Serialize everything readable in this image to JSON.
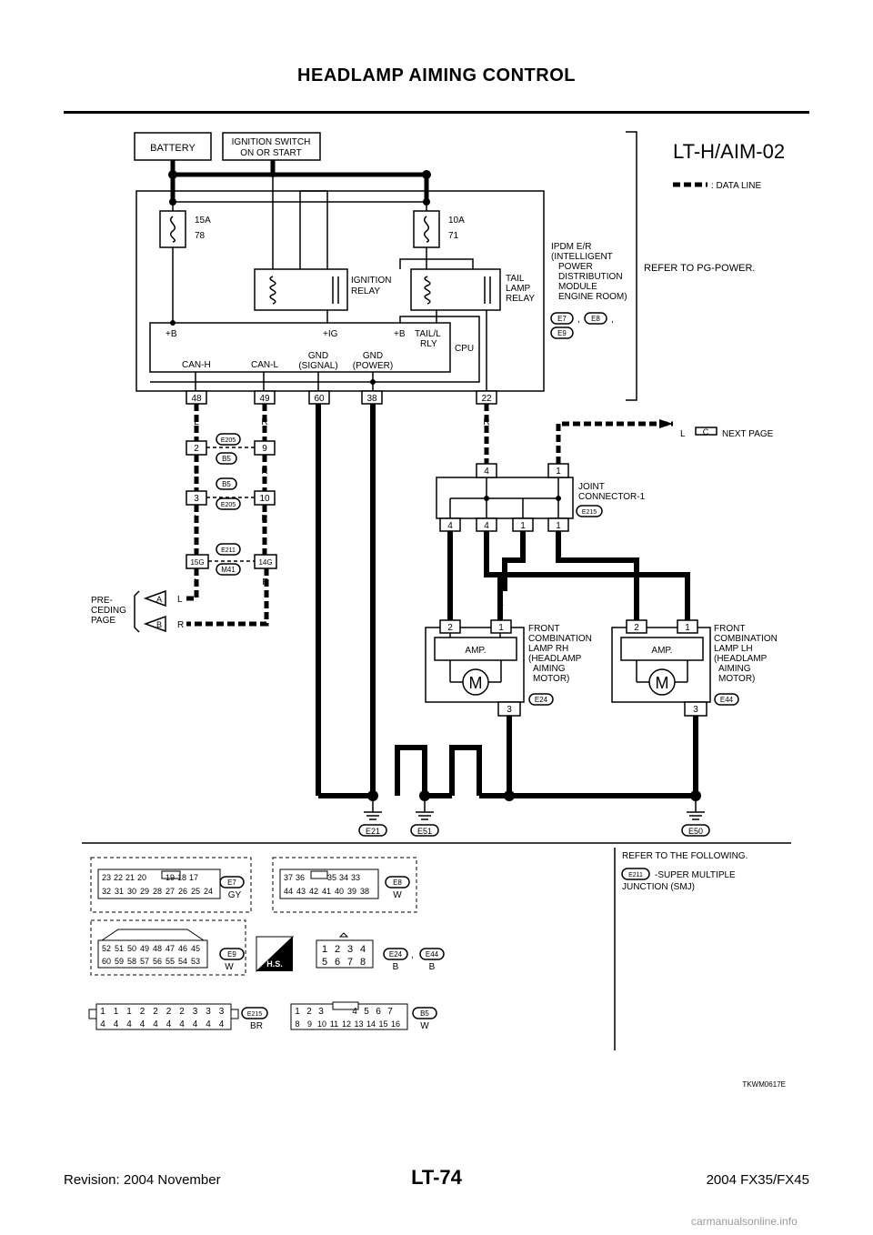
{
  "page": {
    "title": "HEADLAMP AIMING CONTROL",
    "page_number": "LT-74",
    "revision": "Revision: 2004 November",
    "model": "2004 FX35/FX45",
    "watermark": "carmanualsonline.info",
    "figure_id": "TKWM0617E"
  },
  "diagram": {
    "code": "LT-H/AIM-02",
    "legend_data_line": ": DATA LINE",
    "refer_pg_power": "REFER TO PG-POWER.",
    "battery": "BATTERY",
    "ign_switch_l1": "IGNITION SWITCH",
    "ign_switch_l2": "ON OR START",
    "fuse1_amp": "15A",
    "fuse1_no": "78",
    "fuse2_amp": "10A",
    "fuse2_no": "71",
    "ign_relay_l1": "IGNITION",
    "ign_relay_l2": "RELAY",
    "tail_relay_l1": "TAIL",
    "tail_relay_l2": "LAMP",
    "tail_relay_l3": "RELAY",
    "ipdm_lines": [
      "IPDM E/R",
      "(INTELLIGENT",
      "POWER",
      "DISTRIBUTION",
      "MODULE",
      "ENGINE ROOM)"
    ],
    "ipdm_conn": [
      "E7",
      "E8",
      "E9"
    ],
    "sep_comma": ",",
    "cpu": "CPU",
    "term_b1": "+B",
    "term_ig": "+IG",
    "term_b2": "+B",
    "term_tail1": "TAIL/L",
    "term_tail2": "RLY",
    "term_canh": "CAN-H",
    "term_canl": "CAN-L",
    "term_gnd_sig1": "GND",
    "term_gnd_sig2": "(SIGNAL)",
    "term_gnd_pow1": "GND",
    "term_gnd_pow2": "(POWER)",
    "pins": [
      "48",
      "49",
      "60",
      "38",
      "22"
    ],
    "color_L": "L",
    "color_R": "R",
    "color_B": "B",
    "e205": "E205",
    "b5": "B5",
    "e211": "E211",
    "m41": "M41",
    "p_2": "2",
    "p_9": "9",
    "p_3": "3",
    "p_10": "10",
    "p_15g": "15G",
    "p_14g": "14G",
    "preceding": [
      "PRE-",
      "CEDING",
      "PAGE"
    ],
    "arrow_a": "A",
    "arrow_b": "B",
    "arrow_c": "C",
    "next_page": "NEXT PAGE",
    "joint_l1": "JOINT",
    "joint_l2": "CONNECTOR-1",
    "joint_conn": "E215",
    "j_4": "4",
    "j_1": "1",
    "m_pin2": "2",
    "m_pin1": "1",
    "m_pin3": "3",
    "amp": "AMP.",
    "motor": "M",
    "rh_lines": [
      "FRONT",
      "COMBINATION",
      "LAMP RH",
      "(HEADLAMP",
      "AIMING",
      "MOTOR)"
    ],
    "lh_lines": [
      "FRONT",
      "COMBINATION",
      "LAMP LH",
      "(HEADLAMP",
      "AIMING",
      "MOTOR)"
    ],
    "rh_conn": "E24",
    "lh_conn": "E44",
    "grounds": [
      "E21",
      "E51",
      "E50"
    ]
  },
  "connectors": {
    "e7_top": [
      "23",
      "22",
      "21",
      "20",
      "19",
      "18",
      "17"
    ],
    "e7_bot": [
      "32",
      "31",
      "30",
      "29",
      "28",
      "27",
      "26",
      "25",
      "24"
    ],
    "e7_name": "E7",
    "e7_color": "GY",
    "e8_top": [
      "37",
      "36",
      "35",
      "34",
      "33"
    ],
    "e8_bot": [
      "44",
      "43",
      "42",
      "41",
      "40",
      "39",
      "38"
    ],
    "e8_name": "E8",
    "e8_color": "W",
    "e9_top": [
      "52",
      "51",
      "50",
      "49",
      "48",
      "47",
      "46",
      "45"
    ],
    "e9_bot": [
      "60",
      "59",
      "58",
      "57",
      "56",
      "55",
      "54",
      "53"
    ],
    "e9_name": "E9",
    "e9_color": "W",
    "hs_label": "H.S.",
    "e24_top": [
      "1",
      "2",
      "3",
      "4"
    ],
    "e24_bot": [
      "5",
      "6",
      "7",
      "8"
    ],
    "e24_name": "E24",
    "e44_name": "E44",
    "e24_color": "B",
    "e44_color": "B",
    "e215_top": [
      "1",
      "1",
      "1",
      "2",
      "2",
      "2",
      "2",
      "3",
      "3",
      "3"
    ],
    "e215_bot": [
      "4",
      "4",
      "4",
      "4",
      "4",
      "4",
      "4",
      "4",
      "4",
      "4"
    ],
    "e215_name": "E215",
    "e215_color": "BR",
    "b5_top": [
      "1",
      "2",
      "3",
      "4",
      "5",
      "6",
      "7"
    ],
    "b5_bot": [
      "8",
      "9",
      "10",
      "11",
      "12",
      "13",
      "14",
      "15",
      "16"
    ],
    "b5_name": "B5",
    "b5_color": "W",
    "refer_following": "REFER TO THE FOLLOWING.",
    "smj_conn": "E211",
    "smj_l1": "-SUPER MULTIPLE",
    "smj_l2": "JUNCTION (SMJ)"
  }
}
